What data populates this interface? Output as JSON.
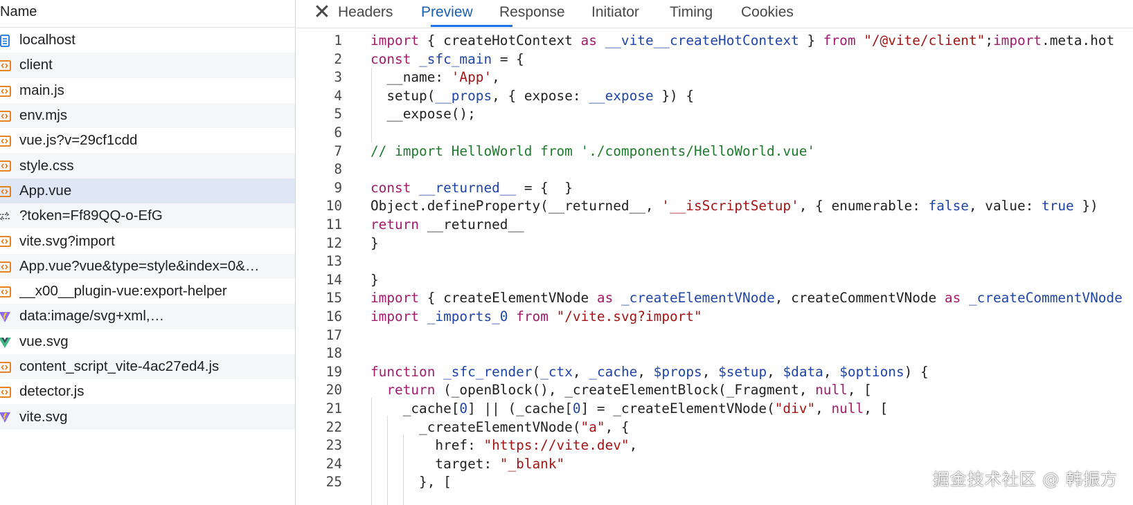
{
  "network": {
    "name_header": "Name",
    "requests": [
      {
        "label": "localhost",
        "icon": "document-icon",
        "color": "#1a73e8",
        "selected": false
      },
      {
        "label": "client",
        "icon": "script-icon",
        "color": "#e8710a",
        "selected": false
      },
      {
        "label": "main.js",
        "icon": "script-icon",
        "color": "#e8710a",
        "selected": false
      },
      {
        "label": "env.mjs",
        "icon": "script-icon",
        "color": "#e8710a",
        "selected": false
      },
      {
        "label": "vue.js?v=29cf1cdd",
        "icon": "script-icon",
        "color": "#e8710a",
        "selected": false
      },
      {
        "label": "style.css",
        "icon": "script-icon",
        "color": "#e8710a",
        "selected": false
      },
      {
        "label": "App.vue",
        "icon": "script-icon",
        "color": "#e8710a",
        "selected": true
      },
      {
        "label": "?token=Ff89QQ-o-EfG",
        "icon": "websocket-icon",
        "color": "#474747",
        "selected": false
      },
      {
        "label": "vite.svg?import",
        "icon": "script-icon",
        "color": "#e8710a",
        "selected": false
      },
      {
        "label": "App.vue?vue&type=style&index=0&…",
        "icon": "script-icon",
        "color": "#e8710a",
        "selected": false
      },
      {
        "label": "__x00__plugin-vue:export-helper",
        "icon": "script-icon",
        "color": "#e8710a",
        "selected": false
      },
      {
        "label": "data:image/svg+xml,…",
        "icon": "vite-logo-icon",
        "color": "#8a6cf7",
        "selected": false
      },
      {
        "label": "vue.svg",
        "icon": "vue-logo-icon",
        "color": "#41b883",
        "selected": false
      },
      {
        "label": "content_script_vite-4ac27ed4.js",
        "icon": "script-icon",
        "color": "#e8710a",
        "selected": false
      },
      {
        "label": "detector.js",
        "icon": "script-icon",
        "color": "#e8710a",
        "selected": false
      },
      {
        "label": "vite.svg",
        "icon": "vite-logo-icon",
        "color": "#8a6cf7",
        "selected": false
      }
    ]
  },
  "panel": {
    "close_icon": "close-icon",
    "tabs": [
      {
        "label": "Headers",
        "active": false
      },
      {
        "label": "Preview",
        "active": true
      },
      {
        "label": "Response",
        "active": false
      },
      {
        "label": "Initiator",
        "active": false
      },
      {
        "label": "Timing",
        "active": false
      },
      {
        "label": "Cookies",
        "active": false
      }
    ],
    "accent_color": "#1a73e8"
  },
  "code": {
    "lines": [
      {
        "n": "1",
        "tokens": [
          [
            "kw",
            "import"
          ],
          [
            "p",
            " { createHotContext "
          ],
          [
            "kw",
            "as"
          ],
          [
            "p",
            " "
          ],
          [
            "var",
            "__vite__createHotContext"
          ],
          [
            "p",
            " } "
          ],
          [
            "kw",
            "from"
          ],
          [
            "p",
            " "
          ],
          [
            "str",
            "\"/@vite/client\""
          ],
          [
            "p",
            ";"
          ],
          [
            "kw",
            "import"
          ],
          [
            "p",
            ".meta.hot"
          ]
        ]
      },
      {
        "n": "2",
        "tokens": [
          [
            "kw",
            "const"
          ],
          [
            "p",
            " "
          ],
          [
            "var",
            "_sfc_main"
          ],
          [
            "p",
            " = {"
          ]
        ]
      },
      {
        "n": "3",
        "tokens": [
          [
            "p",
            "  __name: "
          ],
          [
            "str",
            "'App'"
          ],
          [
            "p",
            ","
          ]
        ]
      },
      {
        "n": "4",
        "tokens": [
          [
            "p",
            "  setup("
          ],
          [
            "var",
            "__props"
          ],
          [
            "p",
            ", { expose: "
          ],
          [
            "var",
            "__expose"
          ],
          [
            "p",
            " }) {"
          ]
        ]
      },
      {
        "n": "5",
        "tokens": [
          [
            "p",
            "  __expose();"
          ]
        ]
      },
      {
        "n": "6",
        "tokens": []
      },
      {
        "n": "7",
        "tokens": [
          [
            "cm",
            "// import HelloWorld from './components/HelloWorld.vue'"
          ]
        ]
      },
      {
        "n": "8",
        "tokens": []
      },
      {
        "n": "9",
        "tokens": [
          [
            "kw",
            "const"
          ],
          [
            "p",
            " "
          ],
          [
            "var",
            "__returned__"
          ],
          [
            "p",
            " = {  }"
          ]
        ]
      },
      {
        "n": "10",
        "tokens": [
          [
            "p",
            "Object.defineProperty(__returned__, "
          ],
          [
            "str",
            "'__isScriptSetup'"
          ],
          [
            "p",
            ", { enumerable: "
          ],
          [
            "var",
            "false"
          ],
          [
            "p",
            ", value: "
          ],
          [
            "var",
            "true"
          ],
          [
            "p",
            " })"
          ]
        ]
      },
      {
        "n": "11",
        "tokens": [
          [
            "kw",
            "return"
          ],
          [
            "p",
            " __returned__"
          ]
        ]
      },
      {
        "n": "12",
        "tokens": [
          [
            "p",
            "}"
          ]
        ]
      },
      {
        "n": "13",
        "tokens": []
      },
      {
        "n": "14",
        "tokens": [
          [
            "p",
            "}"
          ]
        ]
      },
      {
        "n": "15",
        "tokens": [
          [
            "kw",
            "import"
          ],
          [
            "p",
            " { createElementVNode "
          ],
          [
            "kw",
            "as"
          ],
          [
            "p",
            " "
          ],
          [
            "var",
            "_createElementVNode"
          ],
          [
            "p",
            ", createCommentVNode "
          ],
          [
            "kw",
            "as"
          ],
          [
            "p",
            " "
          ],
          [
            "var",
            "_createCommentVNode"
          ]
        ]
      },
      {
        "n": "16",
        "tokens": [
          [
            "kw",
            "import"
          ],
          [
            "p",
            " "
          ],
          [
            "var",
            "_imports_0"
          ],
          [
            "p",
            " "
          ],
          [
            "kw",
            "from"
          ],
          [
            "p",
            " "
          ],
          [
            "str",
            "\"/vite.svg?import\""
          ]
        ]
      },
      {
        "n": "17",
        "tokens": []
      },
      {
        "n": "18",
        "tokens": []
      },
      {
        "n": "19",
        "tokens": [
          [
            "kw",
            "function"
          ],
          [
            "p",
            " "
          ],
          [
            "var",
            "_sfc_render"
          ],
          [
            "p",
            "("
          ],
          [
            "var",
            "_ctx"
          ],
          [
            "p",
            ", "
          ],
          [
            "var",
            "_cache"
          ],
          [
            "p",
            ", "
          ],
          [
            "var",
            "$props"
          ],
          [
            "p",
            ", "
          ],
          [
            "var",
            "$setup"
          ],
          [
            "p",
            ", "
          ],
          [
            "var",
            "$data"
          ],
          [
            "p",
            ", "
          ],
          [
            "var",
            "$options"
          ],
          [
            "p",
            ") {"
          ]
        ]
      },
      {
        "n": "20",
        "tokens": [
          [
            "p",
            "  "
          ],
          [
            "kw",
            "return"
          ],
          [
            "p",
            " (_openBlock(), _createElementBlock(_Fragment, "
          ],
          [
            "kw",
            "null"
          ],
          [
            "p",
            ", ["
          ]
        ]
      },
      {
        "n": "21",
        "tokens": [
          [
            "p",
            "    _cache["
          ],
          [
            "var",
            "0"
          ],
          [
            "p",
            "] || (_cache["
          ],
          [
            "var",
            "0"
          ],
          [
            "p",
            "] = _createElementVNode("
          ],
          [
            "str",
            "\"div\""
          ],
          [
            "p",
            ", "
          ],
          [
            "kw",
            "null"
          ],
          [
            "p",
            ", ["
          ]
        ]
      },
      {
        "n": "22",
        "tokens": [
          [
            "p",
            "      _createElementVNode("
          ],
          [
            "str",
            "\"a\""
          ],
          [
            "p",
            ", {"
          ]
        ]
      },
      {
        "n": "23",
        "tokens": [
          [
            "p",
            "        href: "
          ],
          [
            "str",
            "\"https://vite.dev\""
          ],
          [
            "p",
            ","
          ]
        ]
      },
      {
        "n": "24",
        "tokens": [
          [
            "p",
            "        target: "
          ],
          [
            "str",
            "\"_blank\""
          ]
        ]
      },
      {
        "n": "25",
        "tokens": [
          [
            "p",
            "      }, ["
          ]
        ]
      }
    ]
  },
  "watermark": "掘金技术社区 @ 韩振方"
}
